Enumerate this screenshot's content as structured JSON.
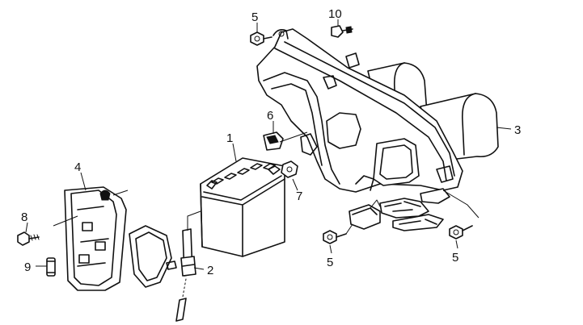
{
  "callouts": [
    {
      "id": "1",
      "text": "1"
    },
    {
      "id": "2",
      "text": "2"
    },
    {
      "id": "3",
      "text": "3"
    },
    {
      "id": "4",
      "text": "4"
    },
    {
      "id": "5a",
      "text": "5"
    },
    {
      "id": "5b",
      "text": "5"
    },
    {
      "id": "5c",
      "text": "5"
    },
    {
      "id": "6",
      "text": "6"
    },
    {
      "id": "7",
      "text": "7"
    },
    {
      "id": "8",
      "text": "8"
    },
    {
      "id": "9",
      "text": "9"
    },
    {
      "id": "10",
      "text": "10"
    }
  ]
}
